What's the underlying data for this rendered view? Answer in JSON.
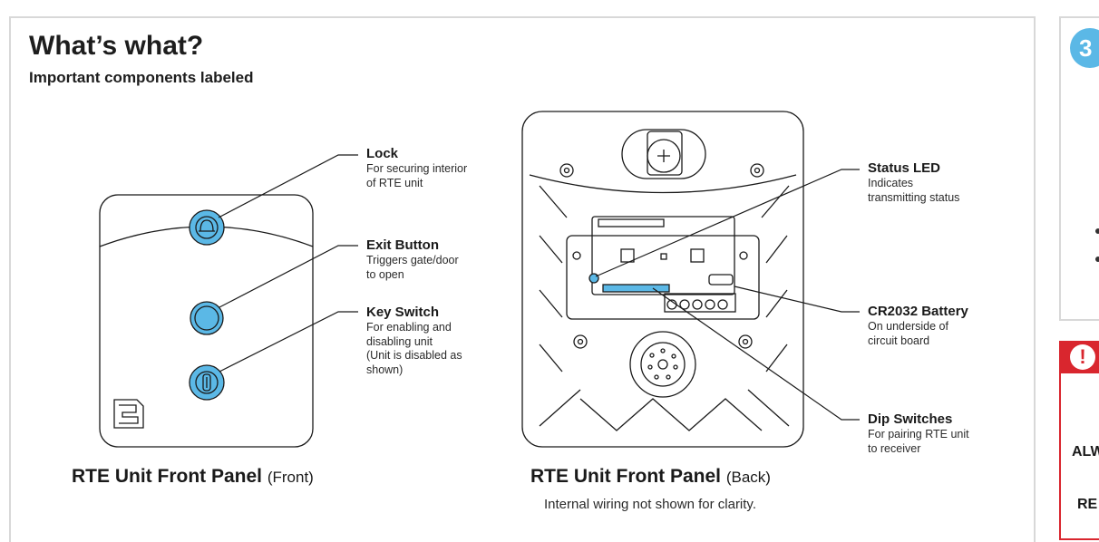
{
  "header": {
    "title": "What’s what?",
    "subtitle": "Important components labeled"
  },
  "front": {
    "caption_main": "RTE Unit Front Panel",
    "caption_paren": "(Front)",
    "callouts": {
      "lock": {
        "title": "Lock",
        "desc": "For securing interior\nof RTE unit"
      },
      "exit": {
        "title": "Exit Button",
        "desc": "Triggers gate/door\nto open"
      },
      "key": {
        "title": "Key Switch",
        "desc": "For enabling and\ndisabling unit\n(Unit is disabled as\nshown)"
      }
    }
  },
  "back": {
    "caption_main": "RTE Unit Front Panel",
    "caption_paren": "(Back)",
    "note": "Internal wiring not shown for clarity.",
    "callouts": {
      "led": {
        "title": "Status LED",
        "desc": "Indicates\ntransmitting status"
      },
      "battery": {
        "title": "CR2032 Battery",
        "desc": "On underside of\ncircuit board"
      },
      "dip": {
        "title": "Dip Switches",
        "desc": "For pairing RTE unit\nto receiver"
      }
    }
  },
  "side": {
    "step_number": "3",
    "warning_lines": [
      "ALW",
      "RE"
    ]
  },
  "colors": {
    "accent_blue": "#5bb8e6",
    "warning_red": "#d9262e",
    "line": "#1a1a1a"
  }
}
